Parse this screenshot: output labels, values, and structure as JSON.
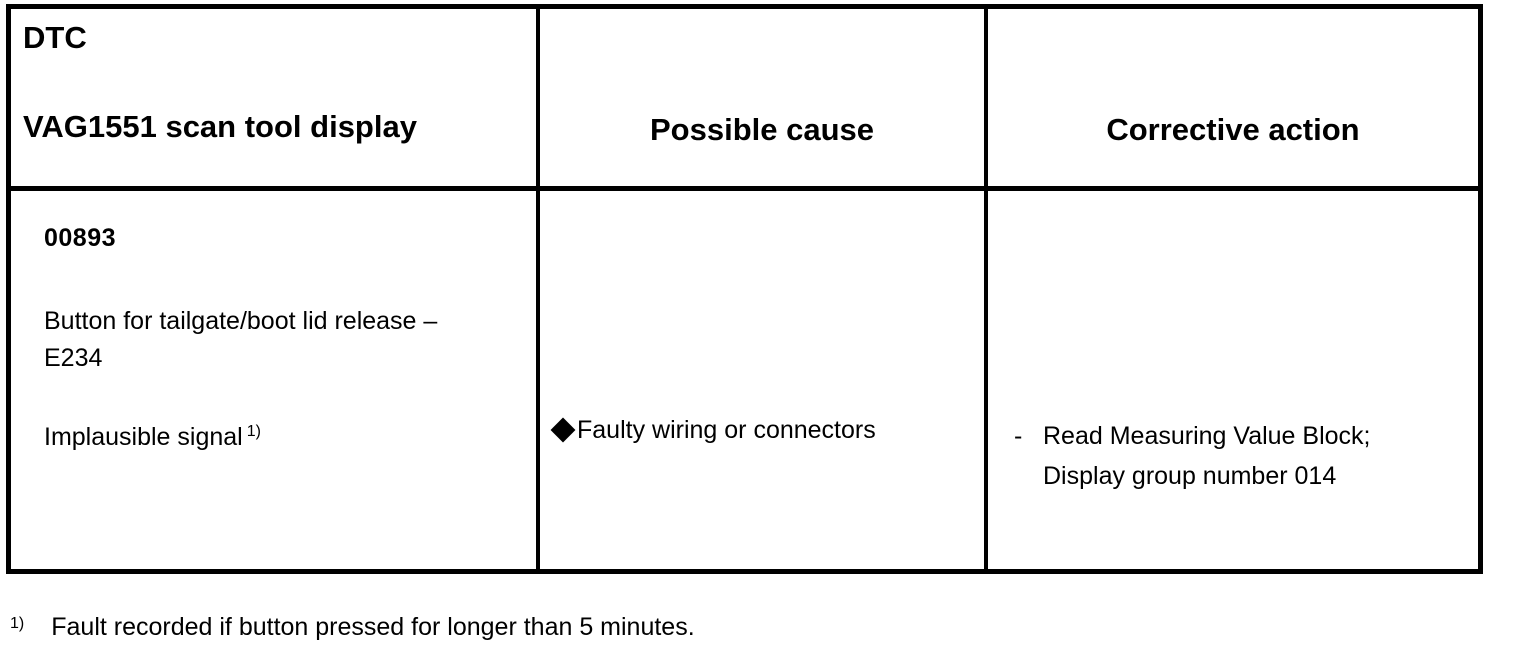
{
  "table": {
    "headers": {
      "col1_line1": "DTC",
      "col1_line2": "VAG1551 scan tool display",
      "col2": "Possible cause",
      "col3": "Corrective action"
    },
    "rows": [
      {
        "dtc_code": "00893",
        "dtc_description": "Button for tailgate/boot lid release – E234",
        "dtc_signal": "Implausible signal",
        "dtc_signal_footnote_marker": "1)",
        "possible_cause": {
          "bullet": "diamond-bullet",
          "text": "Faulty wiring or connectors"
        },
        "corrective_action": {
          "bullet": "-",
          "text": "Read Measuring Value Block; Display group number 014"
        }
      }
    ]
  },
  "footnotes": [
    {
      "marker": "1)",
      "text": "Fault recorded if button pressed for longer than 5 minutes."
    }
  ],
  "colors": {
    "border": "#000000",
    "text": "#000000",
    "background": "#ffffff"
  }
}
